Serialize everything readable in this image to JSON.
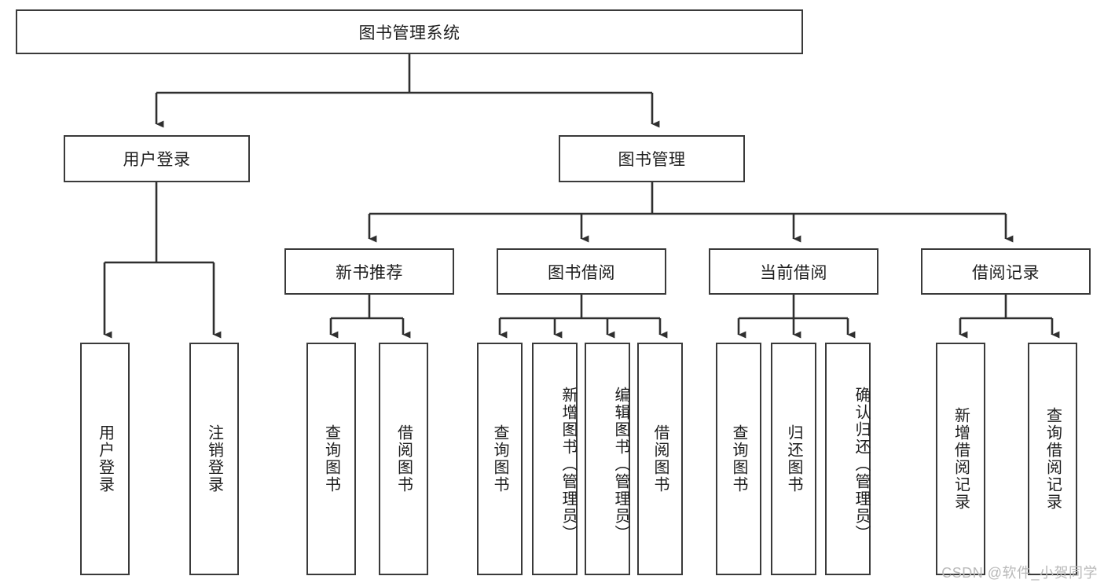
{
  "diagram": {
    "title": "图书管理系统",
    "watermark": "CSDN @软件_小贺同学",
    "line_color": "#3a3a3a",
    "background": "#ffffff",
    "text_color": "#1d1d1d",
    "levels": {
      "root": {
        "label": "图书管理系统"
      },
      "level2": [
        {
          "label": "用户登录"
        },
        {
          "label": "图书管理"
        }
      ],
      "level3": [
        {
          "label": "新书推荐"
        },
        {
          "label": "图书借阅"
        },
        {
          "label": "当前借阅"
        },
        {
          "label": "借阅记录"
        }
      ],
      "leaves": [
        {
          "label": "用户登录",
          "parent": "用户登录"
        },
        {
          "label": "注销登录",
          "parent": "用户登录"
        },
        {
          "label": "查询图书",
          "parent": "新书推荐"
        },
        {
          "label": "借阅图书",
          "parent": "新书推荐"
        },
        {
          "label": "查询图书",
          "parent": "图书借阅"
        },
        {
          "label": "新增图书（管理员）",
          "parent": "图书借阅"
        },
        {
          "label": "编辑图书（管理员）",
          "parent": "图书借阅"
        },
        {
          "label": "借阅图书",
          "parent": "图书借阅"
        },
        {
          "label": "查询图书",
          "parent": "当前借阅"
        },
        {
          "label": "归还图书",
          "parent": "当前借阅"
        },
        {
          "label": "确认归还（管理员）",
          "parent": "当前借阅"
        },
        {
          "label": "新增借阅记录",
          "parent": "借阅记录"
        },
        {
          "label": "查询借阅记录",
          "parent": "借阅记录"
        }
      ]
    }
  }
}
